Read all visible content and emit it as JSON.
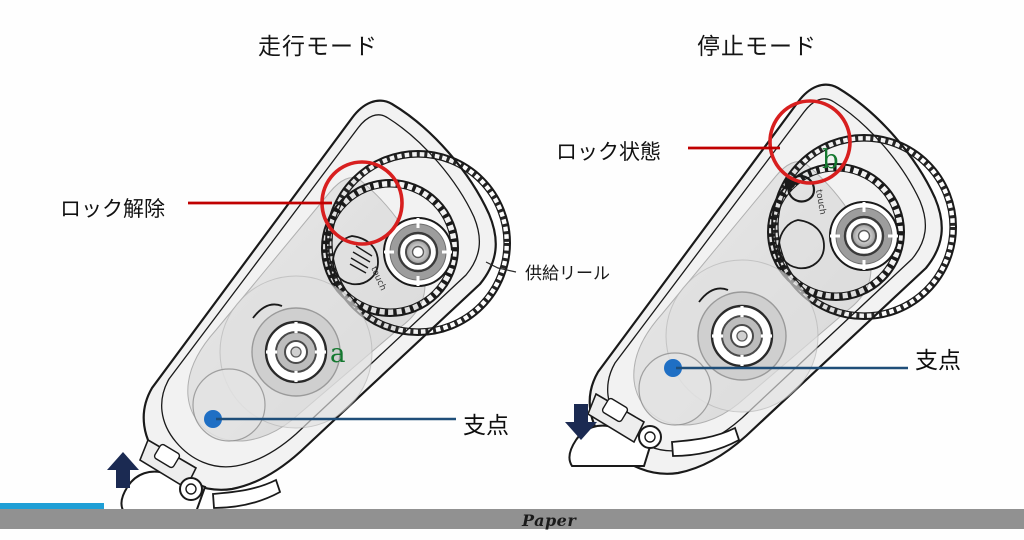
{
  "diagram": {
    "subject": "correction-tape-internal-mechanism",
    "background_color": "#fefefe",
    "panels": [
      {
        "id": "left",
        "title": "走行モード",
        "state": "running",
        "arrow_direction": "up",
        "marker_letter": "a",
        "red_circle_label": "ロック解除"
      },
      {
        "id": "right",
        "title": "停止モード",
        "state": "stopped",
        "arrow_direction": "down",
        "marker_letter": "b",
        "red_circle_label": "ロック状態"
      }
    ]
  },
  "labels": {
    "lock_release": "ロック解除",
    "lock_state": "ロック状態",
    "supply_reel": "供給リール",
    "fulcrum_left": "支点",
    "fulcrum_right": "支点",
    "paper": "Paper"
  },
  "markers": {
    "left_letter": "a",
    "right_letter": "b"
  },
  "colors": {
    "red_highlight": "#d81f1f",
    "blue_leader": "#1f4e79",
    "blue_dot": "#1f6fc4",
    "green_marker": "#14782f",
    "navy_arrow": "#1b2a52",
    "paper_gray": "#919191",
    "tape_blue": "#1f9fd6",
    "body_outline": "#1a1a1a",
    "body_fill": "#d9d9d9"
  }
}
